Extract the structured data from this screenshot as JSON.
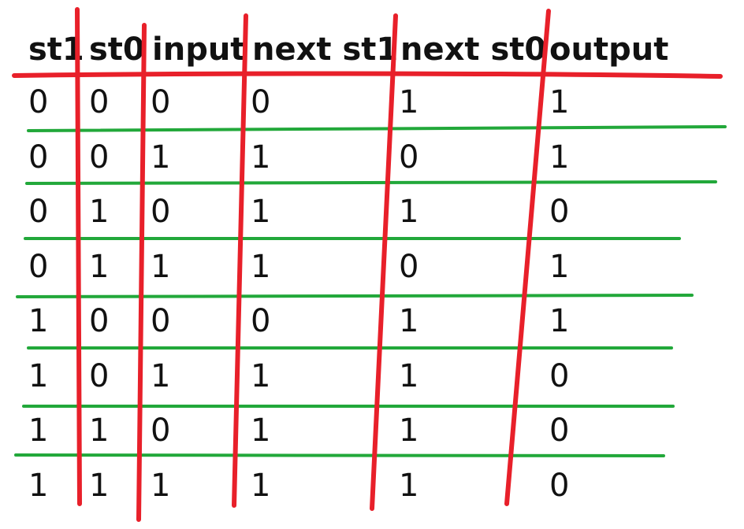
{
  "table": {
    "headers": [
      "st1",
      "st0",
      "input",
      "next st1",
      "next st0",
      "output"
    ],
    "rows": [
      [
        "0",
        "0",
        "0",
        "0",
        "1",
        "1"
      ],
      [
        "0",
        "0",
        "1",
        "1",
        "0",
        "1"
      ],
      [
        "0",
        "1",
        "0",
        "1",
        "1",
        "0"
      ],
      [
        "0",
        "1",
        "1",
        "1",
        "0",
        "1"
      ],
      [
        "1",
        "0",
        "0",
        "0",
        "1",
        "1"
      ],
      [
        "1",
        "0",
        "1",
        "1",
        "1",
        "0"
      ],
      [
        "1",
        "1",
        "0",
        "1",
        "1",
        "0"
      ],
      [
        "1",
        "1",
        "1",
        "1",
        "1",
        "0"
      ]
    ]
  },
  "colors": {
    "text": "#111111",
    "column_divider": "#e8202a",
    "header_rule": "#e8202a",
    "row_rule": "#22a83a"
  }
}
